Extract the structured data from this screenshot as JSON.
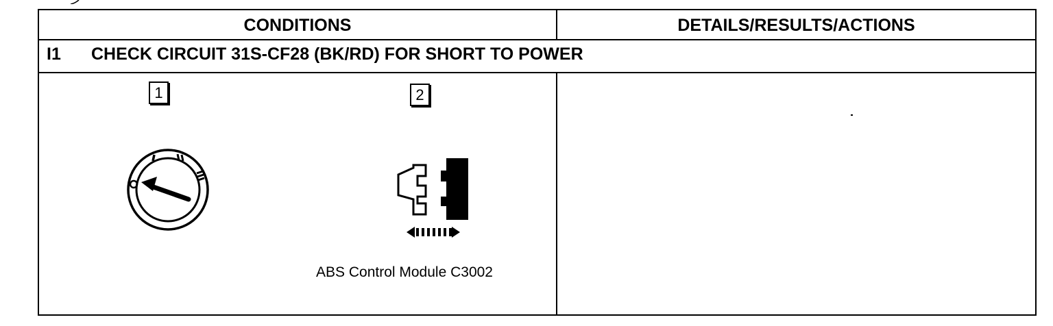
{
  "table": {
    "header_left": "CONDITIONS",
    "header_right": "DETAILS/RESULTS/ACTIONS"
  },
  "step": {
    "id": "I1",
    "title": "CHECK CIRCUIT 31S-CF28 (BK/RD) FOR SHORT TO POWER"
  },
  "conditions": {
    "steps": [
      {
        "number": "1",
        "icon": "ignition-switch-off-icon"
      },
      {
        "number": "2",
        "icon": "connector-disconnect-icon"
      }
    ],
    "caption": "ABS Control Module C3002"
  },
  "details": {
    "text": ""
  },
  "colors": {
    "ink": "#000000",
    "paper": "#ffffff"
  }
}
